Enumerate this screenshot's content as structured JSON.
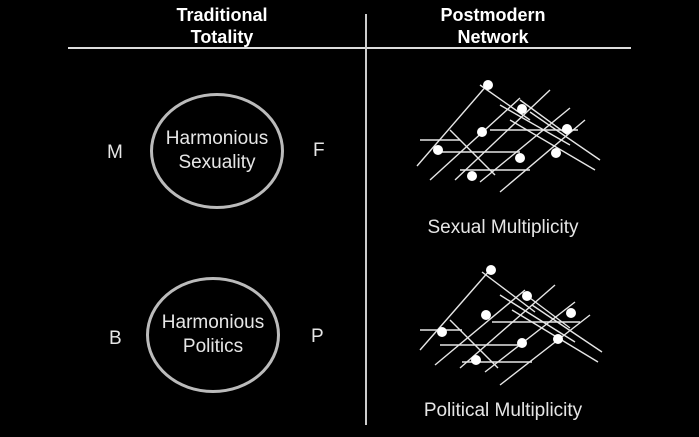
{
  "headers": {
    "left": [
      "Traditional",
      "Totality"
    ],
    "right": [
      "Postmodern",
      "Network"
    ]
  },
  "traditional": {
    "sexuality": {
      "circle": [
        "Harmonious",
        "Sexuality"
      ],
      "left_letter": "M",
      "right_letter": "F"
    },
    "politics": {
      "circle": [
        "Harmonious",
        "Politics"
      ],
      "left_letter": "B",
      "right_letter": "P"
    }
  },
  "postmodern": {
    "sexuality_caption": "Sexual Multiplicity",
    "politics_caption": "Political Multiplicity"
  }
}
